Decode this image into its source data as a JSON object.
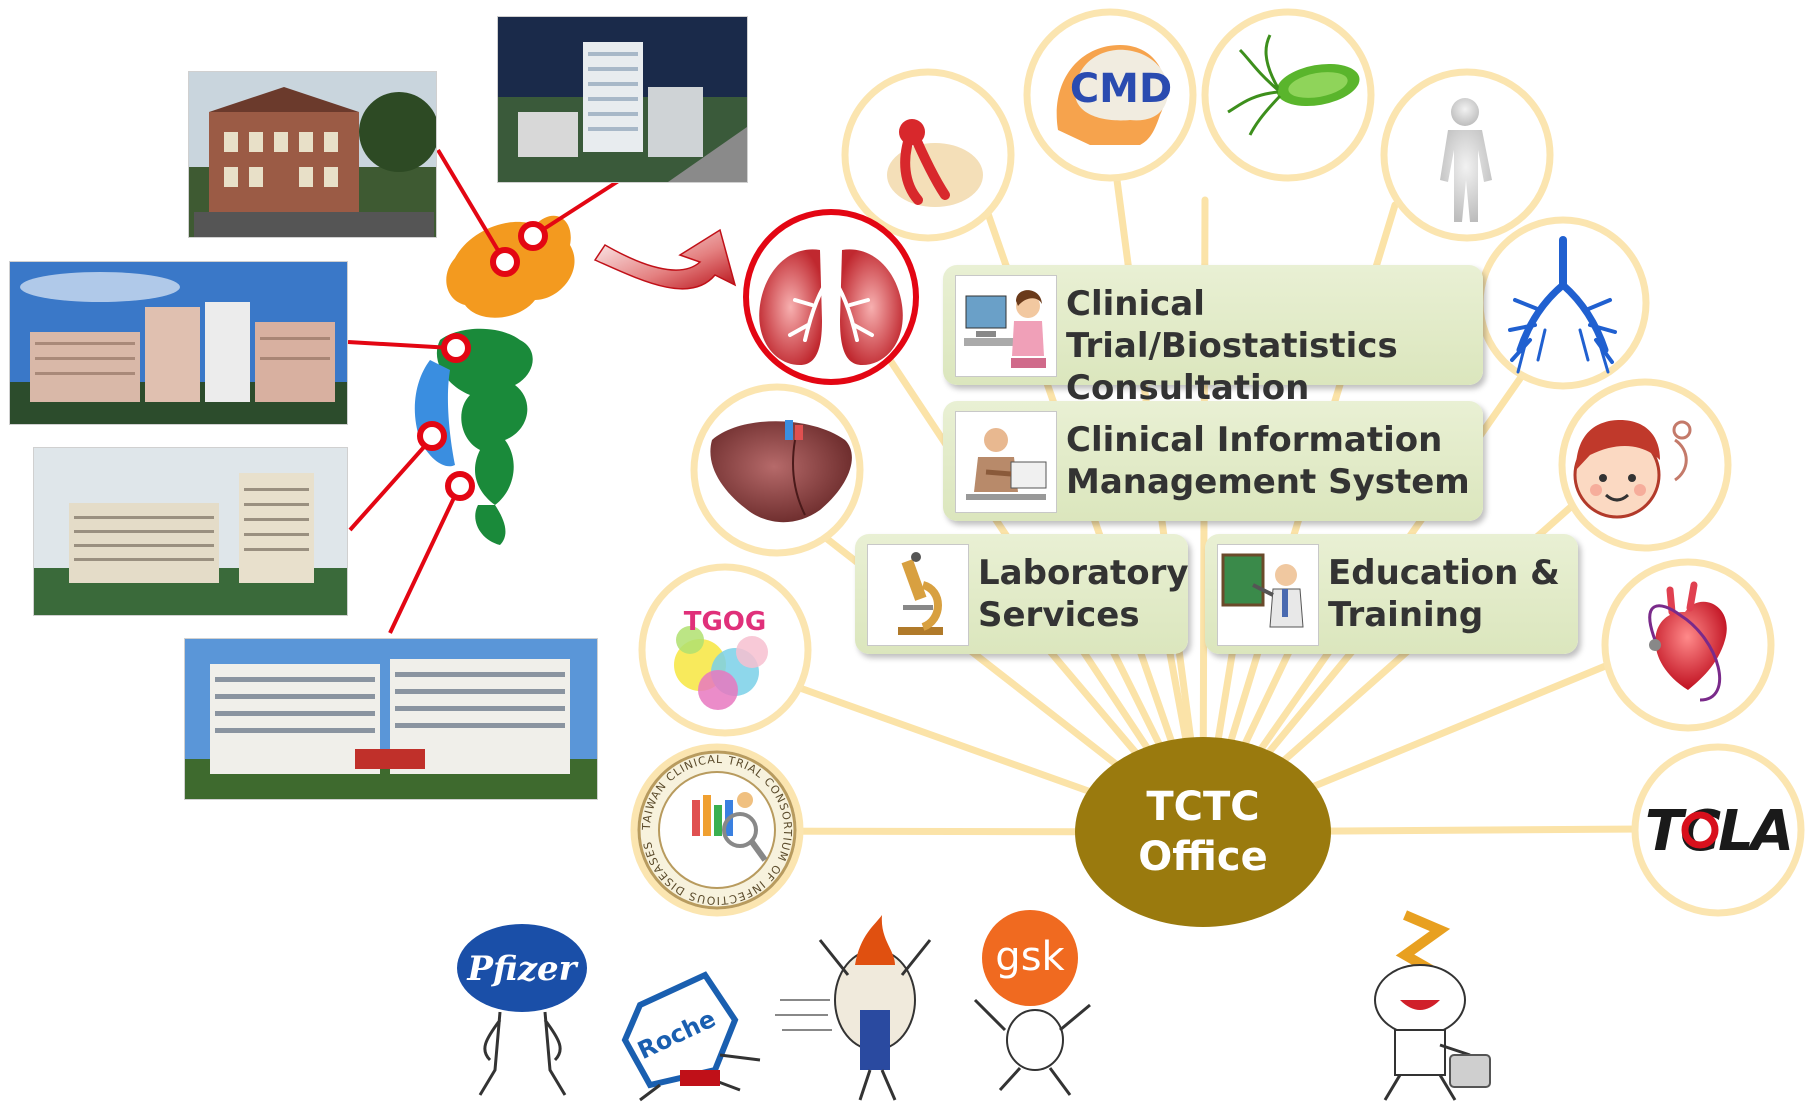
{
  "center": {
    "line1": "TCTC",
    "line2": "Office"
  },
  "services": [
    {
      "id": "consultation",
      "label": "Clinical Trial/Biostatistics\nConsultation"
    },
    {
      "id": "cims",
      "label": "Clinical Information\nManagement System"
    },
    {
      "id": "lab",
      "label": "Laboratory\nServices"
    },
    {
      "id": "education",
      "label": "Education &\nTraining"
    }
  ],
  "consortia": {
    "cmd": "CMD",
    "tgog": "TGOG",
    "tcla": "TCLA",
    "infectious_seal": "TAIWAN CLINICAL TRIAL CONSORTIUM OF INFECTIOUS DISEASES"
  },
  "sponsors": [
    "Pfizer",
    "Roche",
    "gsk"
  ],
  "icon_names": [
    "aids-ribbon-icon",
    "brain-cmd-icon",
    "bacteria-icon",
    "human-body-icon",
    "lung-blue-icon",
    "child-face-icon",
    "heart-icon",
    "tcla-logo",
    "infectious-disease-seal",
    "tgog-logo",
    "liver-icon",
    "lung-red-icon"
  ],
  "colors": {
    "hub": "#9a7a0e",
    "ring": "#fbe5b0",
    "spoke": "#fbe3a8",
    "service_box": "#dfe8c4",
    "highlight": "#e30613",
    "map_orange": "#f39a1f",
    "map_green": "#1a8a3a",
    "map_blue": "#3a8ee0"
  }
}
